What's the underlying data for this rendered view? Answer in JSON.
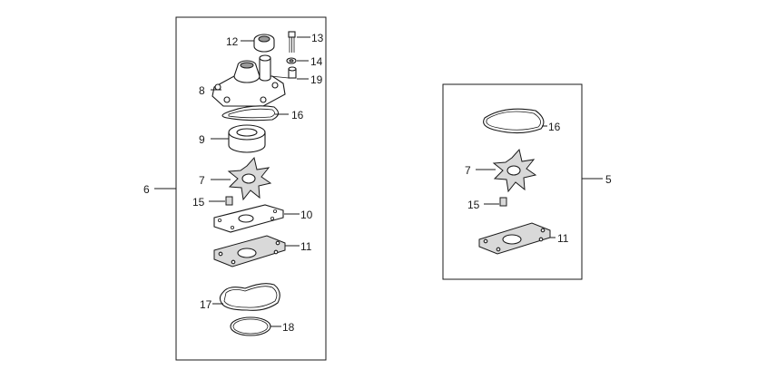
{
  "diagram": {
    "kit_left_label": "6",
    "kit_right_label": "5",
    "left_parts": {
      "p12": "12",
      "p13": "13",
      "p14": "14",
      "p19": "19",
      "p8": "8",
      "p16": "16",
      "p9": "9",
      "p7": "7",
      "p15": "15",
      "p10": "10",
      "p11": "11",
      "p17": "17",
      "p18": "18"
    },
    "right_parts": {
      "p16": "16",
      "p7": "7",
      "p15": "15",
      "p11": "11"
    }
  }
}
